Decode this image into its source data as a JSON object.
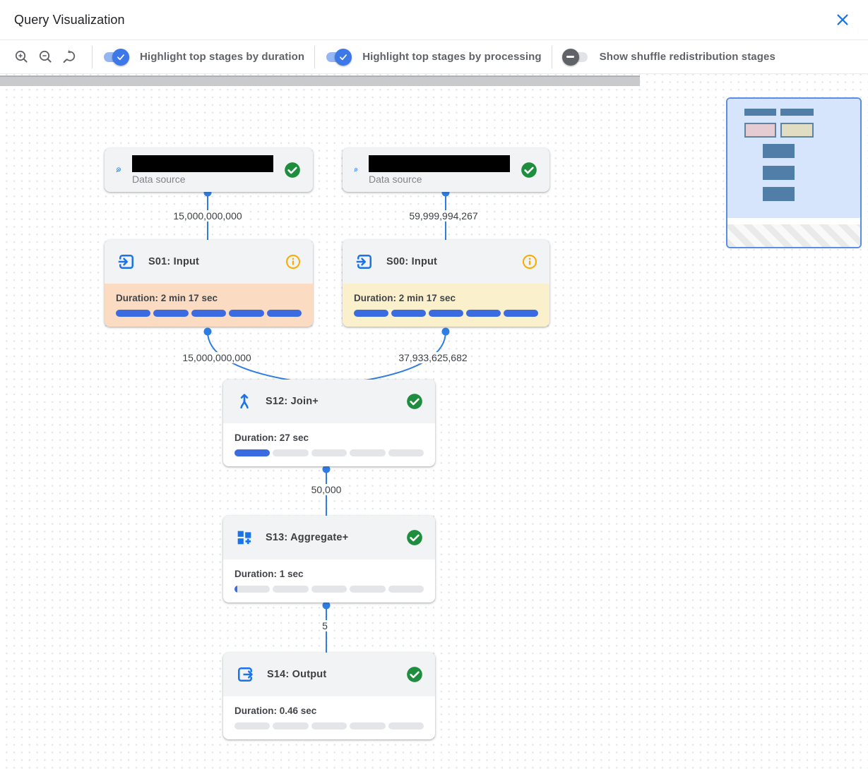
{
  "header": {
    "title": "Query Visualization",
    "close_icon": "close-x"
  },
  "toolbar": {
    "zoom_controls": [
      {
        "name": "zoom-in",
        "icon": "magnifier-plus"
      },
      {
        "name": "zoom-out",
        "icon": "magnifier-minus"
      },
      {
        "name": "zoom-reset",
        "icon": "magnifier-reset-arrow"
      }
    ],
    "toggles": [
      {
        "label": "Highlight top stages by duration",
        "state": "on"
      },
      {
        "label": "Highlight top stages by processing",
        "state": "on"
      },
      {
        "label": "Show shuffle redistribution stages",
        "state": "off"
      }
    ]
  },
  "graph": {
    "nodes": {
      "ds1": {
        "type": "data-source",
        "name_redacted": true,
        "sub_label": "Data source",
        "status": "completed",
        "icon": "table-search"
      },
      "ds2": {
        "type": "data-source",
        "name_redacted": true,
        "sub_label": "Data source",
        "status": "completed",
        "icon": "table-search"
      },
      "s01": {
        "title": "S01: Input",
        "duration": "Duration: 2 min 17 sec",
        "progress_pct": 100,
        "highlight": "top-stage-by-duration",
        "highlight_color": "#fbdcc3",
        "status": "info",
        "icon": "input"
      },
      "s00": {
        "title": "S00: Input",
        "duration": "Duration: 2 min 17 sec",
        "progress_pct": 100,
        "highlight": "top-stage-by-processing",
        "highlight_color": "#faf0cb",
        "status": "info",
        "icon": "input"
      },
      "s12": {
        "title": "S12: Join+",
        "duration": "Duration: 27 sec",
        "progress_pct": 20,
        "status": "completed",
        "icon": "join"
      },
      "s13": {
        "title": "S13: Aggregate+",
        "duration": "Duration: 1 sec",
        "progress_pct": 1,
        "status": "completed",
        "icon": "aggregate"
      },
      "s14": {
        "title": "S14: Output",
        "duration": "Duration: 0.46 sec",
        "progress_pct": 0,
        "status": "completed",
        "icon": "output"
      }
    },
    "edges": {
      "ds1_s01": "15,000,000,000",
      "ds2_s00": "59,999,994,267",
      "s01_s12": "15,000,000,000",
      "s00_s12": "37,933,625,682",
      "s12_s13": "50,000",
      "s13_s14": "5"
    },
    "colors": {
      "edge_blue": "#2e7de3",
      "progress_blue": "#3a6be0",
      "status_green": "#1e8e3e",
      "status_amber": "#f9ab00",
      "accent_blue": "#1a73e8"
    }
  },
  "minimap": {
    "present": true,
    "viewport_color": "#d7e5fc"
  }
}
